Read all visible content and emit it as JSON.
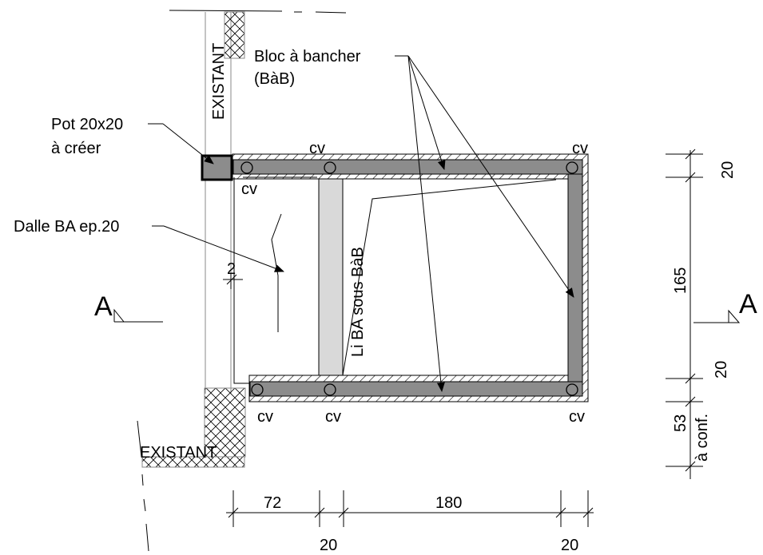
{
  "labels": {
    "bloc_line1": "Bloc à bancher",
    "bloc_line2": "(BàB)",
    "pot_line1": "Pot 20x20",
    "pot_line2": "à créer",
    "dalle": "Dalle BA ep.20",
    "existant_top": "EXISTANT",
    "existant_bottom": "EXISTANT",
    "li_ba": "Li BA sous BàB",
    "section_left": "A",
    "section_right": "A",
    "cv": "cv"
  },
  "dimensions": {
    "gap": "2",
    "h_72": "72",
    "h_180": "180",
    "h_20_left": "20",
    "h_20_right": "20",
    "v_20_top": "20",
    "v_165": "165",
    "v_20_bottom": "20",
    "v_53": "53",
    "v_conf": "à conf."
  },
  "colors": {
    "wall_fill": "#8c8c8c",
    "beam_fill": "#d9d9d9",
    "pot_fill": "#8c8c8c",
    "line": "#000000"
  }
}
